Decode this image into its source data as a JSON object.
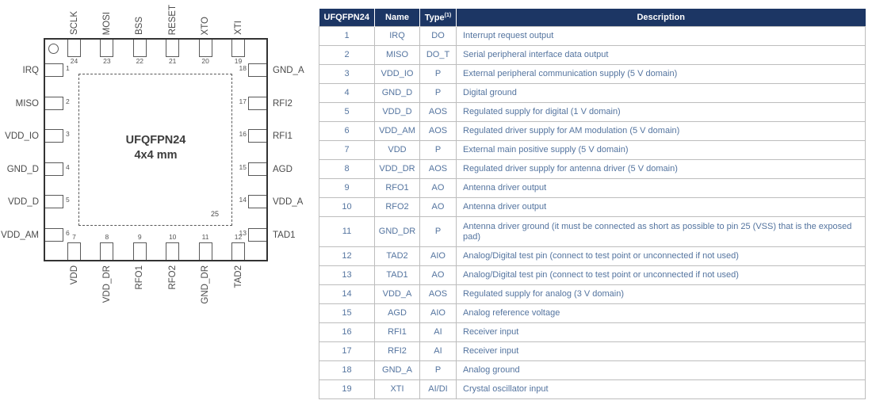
{
  "diagram": {
    "package": "UFQFPN24",
    "size": "4x4 mm",
    "exposed_pad_pin": "25",
    "pins": {
      "top": [
        {
          "num": "24",
          "name": "SCLK"
        },
        {
          "num": "23",
          "name": "MOSI"
        },
        {
          "num": "22",
          "name": "BSS"
        },
        {
          "num": "21",
          "name": "RESET"
        },
        {
          "num": "20",
          "name": "XTO"
        },
        {
          "num": "19",
          "name": "XTI"
        }
      ],
      "left": [
        {
          "num": "1",
          "name": "IRQ"
        },
        {
          "num": "2",
          "name": "MISO"
        },
        {
          "num": "3",
          "name": "VDD_IO"
        },
        {
          "num": "4",
          "name": "GND_D"
        },
        {
          "num": "5",
          "name": "VDD_D"
        },
        {
          "num": "6",
          "name": "VDD_AM"
        }
      ],
      "right": [
        {
          "num": "18",
          "name": "GND_A"
        },
        {
          "num": "17",
          "name": "RFI2"
        },
        {
          "num": "16",
          "name": "RFI1"
        },
        {
          "num": "15",
          "name": "AGD"
        },
        {
          "num": "14",
          "name": "VDD_A"
        },
        {
          "num": "13",
          "name": "TAD1"
        }
      ],
      "bottom": [
        {
          "num": "7",
          "name": "VDD"
        },
        {
          "num": "8",
          "name": "VDD_DR"
        },
        {
          "num": "9",
          "name": "RFO1"
        },
        {
          "num": "10",
          "name": "RFO2"
        },
        {
          "num": "11",
          "name": "GND_DR"
        },
        {
          "num": "12",
          "name": "TAD2"
        }
      ]
    }
  },
  "table": {
    "headers": {
      "col1": "UFQFPN24",
      "col2": "Name",
      "col3": "Type",
      "col3_sup": "(1)",
      "col4": "Description"
    },
    "rows": [
      {
        "pin": "1",
        "name": "IRQ",
        "type": "DO",
        "desc": "Interrupt request output"
      },
      {
        "pin": "2",
        "name": "MISO",
        "type": "DO_T",
        "desc": "Serial peripheral interface data output"
      },
      {
        "pin": "3",
        "name": "VDD_IO",
        "type": "P",
        "desc": "External peripheral communication supply (5 V domain)"
      },
      {
        "pin": "4",
        "name": "GND_D",
        "type": "P",
        "desc": "Digital ground"
      },
      {
        "pin": "5",
        "name": "VDD_D",
        "type": "AOS",
        "desc": "Regulated supply for digital (1 V domain)"
      },
      {
        "pin": "6",
        "name": "VDD_AM",
        "type": "AOS",
        "desc": "Regulated driver supply for AM modulation (5 V domain)"
      },
      {
        "pin": "7",
        "name": "VDD",
        "type": "P",
        "desc": "External main positive supply (5 V domain)"
      },
      {
        "pin": "8",
        "name": "VDD_DR",
        "type": "AOS",
        "desc": "Regulated driver supply for antenna driver (5 V domain)"
      },
      {
        "pin": "9",
        "name": "RFO1",
        "type": "AO",
        "desc": "Antenna driver output"
      },
      {
        "pin": "10",
        "name": "RFO2",
        "type": "AO",
        "desc": "Antenna driver output"
      },
      {
        "pin": "11",
        "name": "GND_DR",
        "type": "P",
        "desc": "Antenna driver ground (it must be connected as short as possible to pin 25 (VSS) that is the exposed pad)"
      },
      {
        "pin": "12",
        "name": "TAD2",
        "type": "AIO",
        "desc": "Analog/Digital test pin (connect to test point or unconnected if not used)"
      },
      {
        "pin": "13",
        "name": "TAD1",
        "type": "AO",
        "desc": "Analog/Digital test pin (connect to test point or unconnected if not used)"
      },
      {
        "pin": "14",
        "name": "VDD_A",
        "type": "AOS",
        "desc": "Regulated supply for analog (3 V domain)"
      },
      {
        "pin": "15",
        "name": "AGD",
        "type": "AIO",
        "desc": "Analog reference voltage"
      },
      {
        "pin": "16",
        "name": "RFI1",
        "type": "AI",
        "desc": "Receiver input"
      },
      {
        "pin": "17",
        "name": "RFI2",
        "type": "AI",
        "desc": "Receiver input"
      },
      {
        "pin": "18",
        "name": "GND_A",
        "type": "P",
        "desc": "Analog ground"
      },
      {
        "pin": "19",
        "name": "XTI",
        "type": "AI/DI",
        "desc": "Crystal oscillator input"
      }
    ]
  },
  "colors": {
    "header-bg": "#1c3664",
    "header-text": "#ffffff",
    "body-text": "#54749f",
    "table-border": "#bdbdbd",
    "diagram-line": "#595959",
    "chip-border": "#333333",
    "diagram-text": "#4a4a4a"
  }
}
